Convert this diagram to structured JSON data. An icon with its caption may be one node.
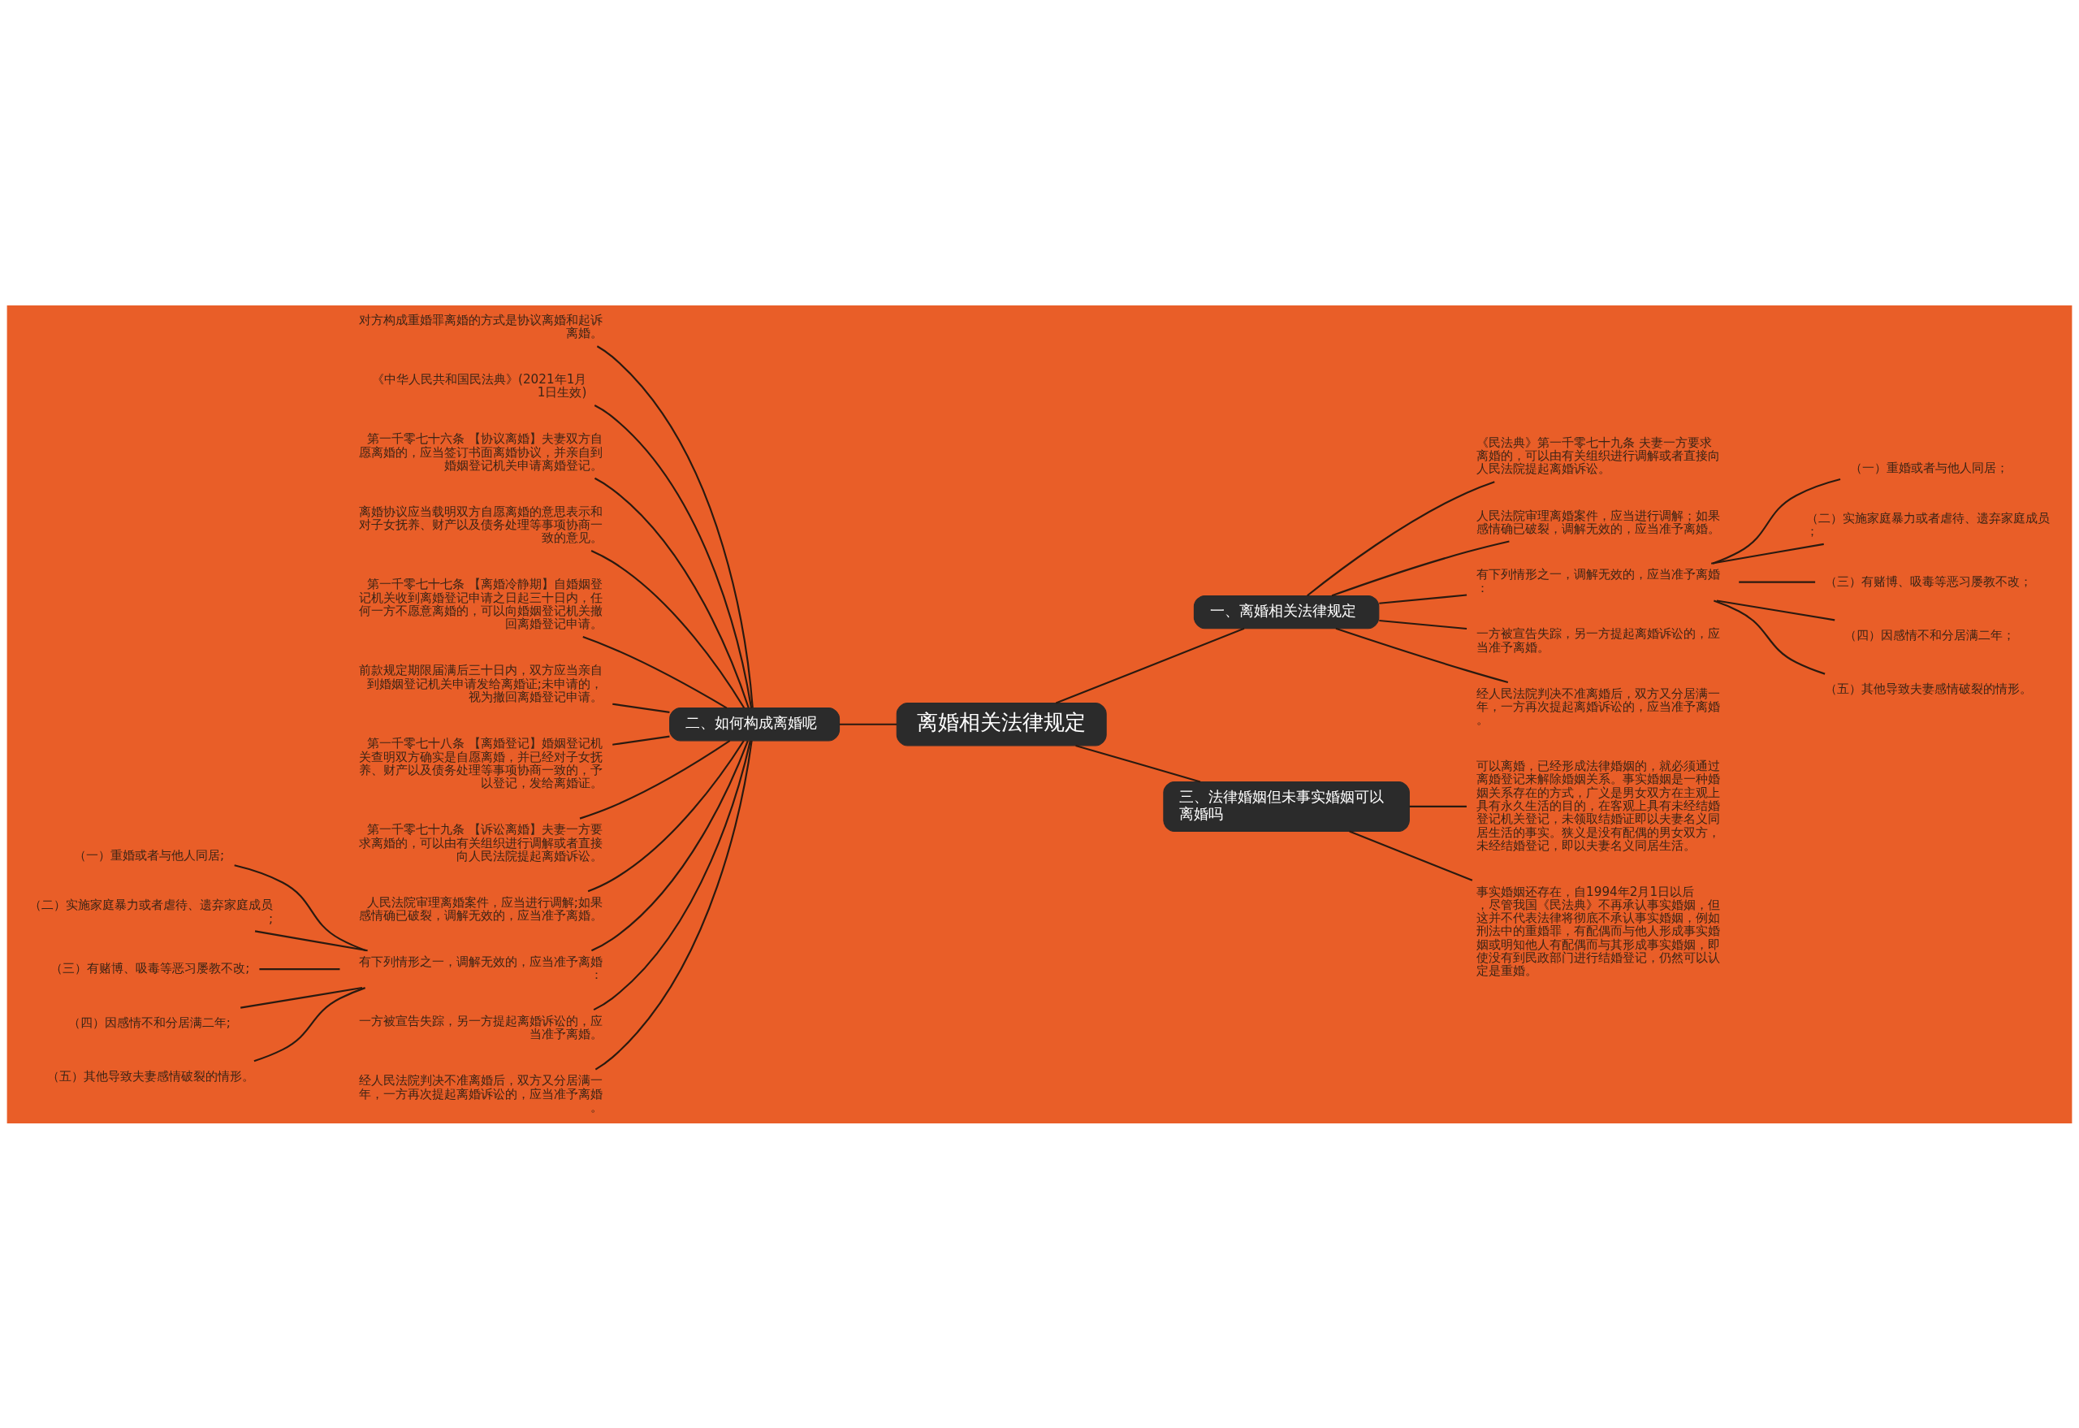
{
  "diagram": {
    "nodes": [
      {
        "text": [
          "离婚相关法律规定"
        ]
      },
      {
        "text": [
          "一、离婚相关法律规定"
        ]
      },
      {
        "text": [
          "《民法典》第一千零七十九条 夫妻一方要求离婚的，可以由有关组织进行调解或者直接向人民法院提起离婚诉讼。"
        ]
      },
      {
        "text": [
          "人民法院审理离婚案件，应当进行调解；如果感情确已破裂，调解无效的，应当准予离婚。"
        ]
      },
      {
        "text": [
          "有下列情形之一，调解无效的，应当准予离婚："
        ]
      },
      {
        "text": [
          "（一）重婚或者与他人同居；"
        ]
      },
      {
        "text": [
          "（二）实施家庭暴力或者虐待、遗弃家庭成员；"
        ]
      },
      {
        "text": [
          "（三）有赌博、吸毒等恶习屡教不改；"
        ]
      },
      {
        "text": [
          "（四）因感情不和分居满二年；"
        ]
      },
      {
        "text": [
          "（五）其他导致夫妻感情破裂的情形。"
        ]
      },
      {
        "text": [
          "一方被宣告失踪，另一方提起离婚诉讼的，应当准予离婚。"
        ]
      },
      {
        "text": [
          "经人民法院判决不准离婚后，双方又分居满一年，一方再次提起离婚诉讼的，应当准予离婚。"
        ]
      },
      {
        "text": [
          "二、如何构成离婚呢"
        ]
      },
      {
        "text": [
          "对方构成重婚罪离婚的方式是协议离婚和起诉离婚。"
        ]
      },
      {
        "text": [
          "《中华人民共和国民法典》(2021年1月1日生效)"
        ]
      },
      {
        "text": [
          "第一千零七十六条 【协议离婚】夫妻双方自愿离婚的，应当签订书面离婚协议，并亲自到婚姻登记机关申请离婚登记。"
        ]
      },
      {
        "text": [
          "离婚协议应当载明双方自愿离婚的意思表示和对子女抚养、财产以及债务处理等事项协商一致的意见。"
        ]
      },
      {
        "text": [
          "第一千零七十七条 【离婚冷静期】自婚姻登记机关收到离婚登记申请之日起三十日内，任何一方不愿意离婚的，可以向婚姻登记机关撤回离婚登记申请。"
        ]
      },
      {
        "text": [
          "前款规定期限届满后三十日内，双方应当亲自到婚姻登记机关申请发给离婚证;未申请的，视为撤回离婚登记申请。"
        ]
      },
      {
        "text": [
          "第一千零七十八条 【离婚登记】婚姻登记机关查明双方确实是自愿离婚，并已经对子女抚养、财产以及债务处理等事项协商一致的，予以登记，发给离婚证。"
        ]
      },
      {
        "text": [
          "第一千零七十九条 【诉讼离婚】夫妻一方要求离婚的，可以由有关组织进行调解或者直接向人民法院提起离婚诉讼。"
        ]
      },
      {
        "text": [
          "人民法院审理离婚案件，应当进行调解;如果感情确已破裂，调解无效的，应当准予离婚。"
        ]
      },
      {
        "text": [
          "有下列情形之一，调解无效的，应当准予离婚："
        ]
      },
      {
        "text": [
          "（一）重婚或者与他人同居;"
        ]
      },
      {
        "text": [
          "（二）实施家庭暴力或者虐待、遗弃家庭成员;"
        ]
      },
      {
        "text": [
          "（三）有赌博、吸毒等恶习屡教不改;"
        ]
      },
      {
        "text": [
          "（四）因感情不和分居满二年;"
        ]
      },
      {
        "text": [
          "（五）其他导致夫妻感情破裂的情形。"
        ]
      },
      {
        "text": [
          "一方被宣告失踪，另一方提起离婚诉讼的，应当准予离婚。"
        ]
      },
      {
        "text": [
          "经人民法院判决不准离婚后，双方又分居满一年，一方再次提起离婚诉讼的，应当准予离婚。"
        ]
      },
      {
        "text": [
          "三、法律婚姻但未事实婚姻可以离婚吗"
        ]
      },
      {
        "text": [
          "可以离婚，已经形成法律婚姻的，就必须通过离婚登记来解除婚姻关系。事实婚姻是一种婚姻关系存在的方式，广义是男女双方在主观上具有永久生活的目的，在客观上具有未经结婚登记机关登记，未领取结婚证即以夫妻名义同居生活的事实。狭义是没有配偶的男女双方，未经结婚登记，即以夫妻名义同居生活。"
        ]
      },
      {
        "text": [
          "事实婚姻还存在，自1994年2月1日以后，尽管我国《民法典》不再承认事实婚姻，但这并不代表法律将彻底不承认事实婚姻，例如刑法中的重婚罪，有配偶而与他人形成事实婚姻或明知他人有配偶而与其形成事实婚姻，即使没有到民政部门进行结婚登记，仍然可以认定是重婚。"
        ]
      }
    ],
    "edges": [
      {
        "from": 0,
        "to": 1,
        "arrow": "none"
      },
      {
        "from": 1,
        "to": 2,
        "arrow": "none"
      },
      {
        "from": 1,
        "to": 3,
        "arrow": "none"
      },
      {
        "from": 1,
        "to": 4,
        "arrow": "none"
      },
      {
        "from": 4,
        "to": 5,
        "arrow": "none"
      },
      {
        "from": 4,
        "to": 6,
        "arrow": "none"
      },
      {
        "from": 4,
        "to": 7,
        "arrow": "none"
      },
      {
        "from": 4,
        "to": 8,
        "arrow": "none"
      },
      {
        "from": 4,
        "to": 9,
        "arrow": "none"
      },
      {
        "from": 1,
        "to": 10,
        "arrow": "none"
      },
      {
        "from": 1,
        "to": 11,
        "arrow": "none"
      },
      {
        "from": 0,
        "to": 12,
        "arrow": "none"
      },
      {
        "from": 12,
        "to": 13,
        "arrow": "none"
      },
      {
        "from": 12,
        "to": 14,
        "arrow": "none"
      },
      {
        "from": 12,
        "to": 15,
        "arrow": "none"
      },
      {
        "from": 12,
        "to": 16,
        "arrow": "none"
      },
      {
        "from": 12,
        "to": 17,
        "arrow": "none"
      },
      {
        "from": 12,
        "to": 18,
        "arrow": "none"
      },
      {
        "from": 12,
        "to": 19,
        "arrow": "none"
      },
      {
        "from": 12,
        "to": 20,
        "arrow": "none"
      },
      {
        "from": 12,
        "to": 21,
        "arrow": "none"
      },
      {
        "from": 12,
        "to": 22,
        "arrow": "none"
      },
      {
        "from": 22,
        "to": 23,
        "arrow": "none"
      },
      {
        "from": 22,
        "to": 24,
        "arrow": "none"
      },
      {
        "from": 22,
        "to": 25,
        "arrow": "none"
      },
      {
        "from": 22,
        "to": 26,
        "arrow": "none"
      },
      {
        "from": 22,
        "to": 27,
        "arrow": "none"
      },
      {
        "from": 12,
        "to": 28,
        "arrow": "none"
      },
      {
        "from": 12,
        "to": 29,
        "arrow": "none"
      },
      {
        "from": 0,
        "to": 30,
        "arrow": "none"
      },
      {
        "from": 30,
        "to": 31,
        "arrow": "none"
      },
      {
        "from": 30,
        "to": 32,
        "arrow": "none"
      }
    ]
  }
}
